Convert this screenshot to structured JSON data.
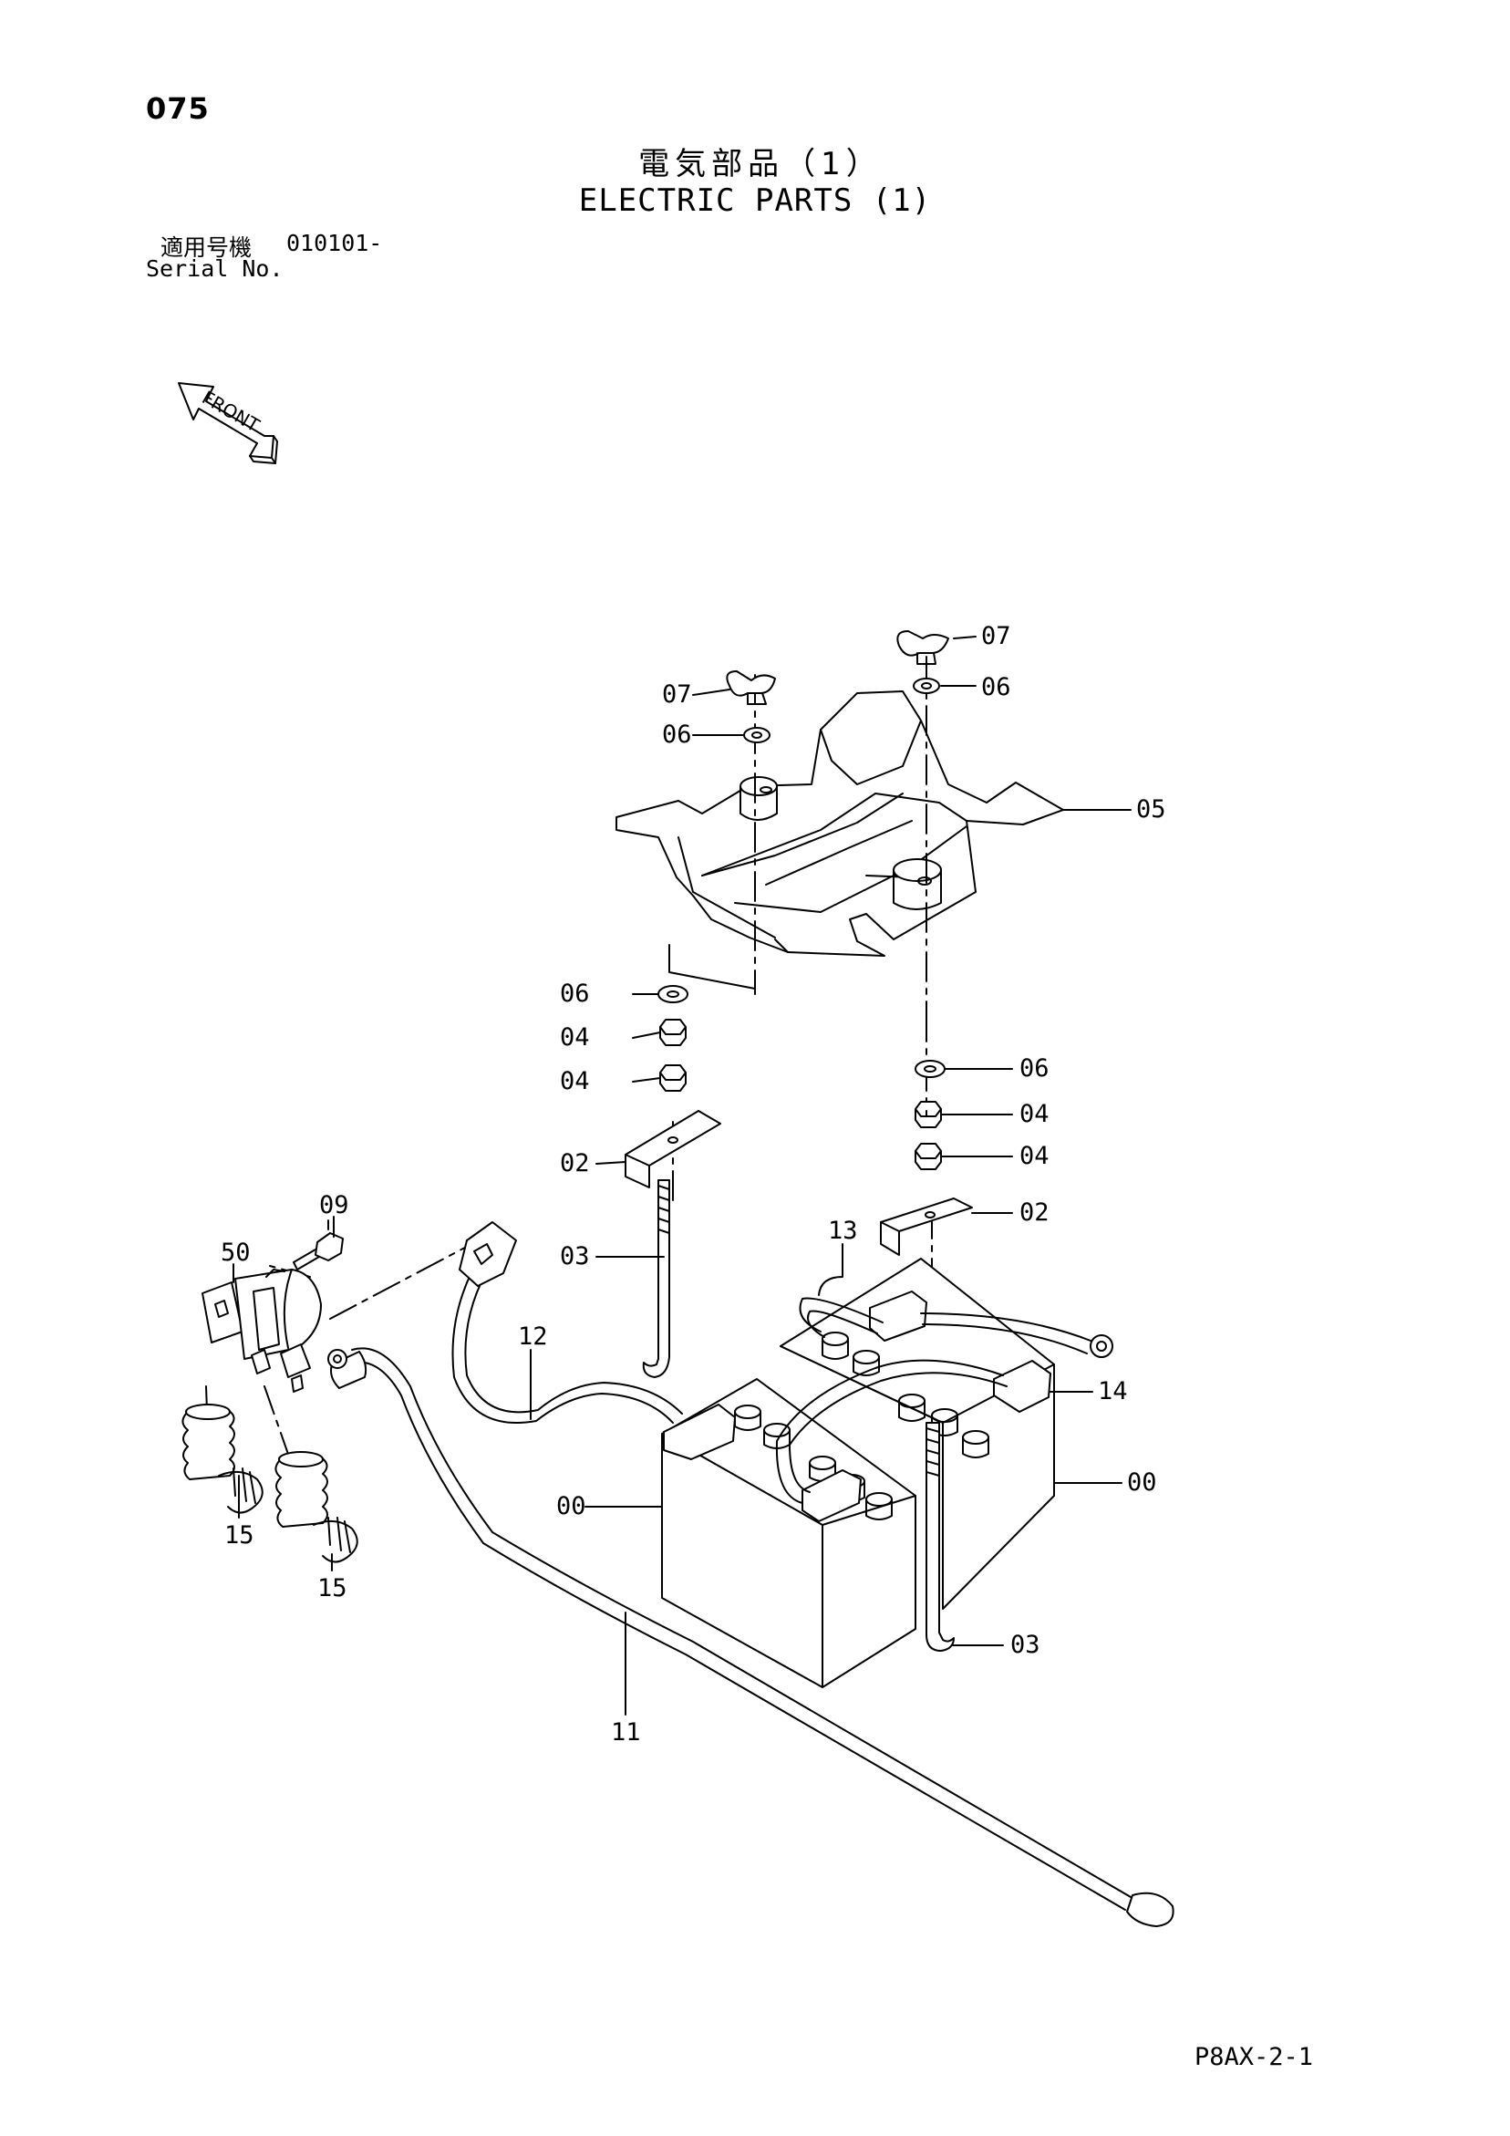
{
  "header": {
    "page_number": "075",
    "title_jp": "電気部品（1）",
    "title_en": "ELECTRIC PARTS (1)",
    "serial_label_jp": "適用号機",
    "serial_range": "010101-",
    "serial_label_en": "Serial No."
  },
  "front_arrow": {
    "label": "FRONT"
  },
  "callouts": {
    "c07_left": "07",
    "c06_top_left": "06",
    "c07_right": "07",
    "c06_top_right": "06",
    "c05": "05",
    "c06_left": "06",
    "c04_left_a": "04",
    "c04_left_b": "04",
    "c02_left": "02",
    "c03_left": "03",
    "c06_right": "06",
    "c04_right_a": "04",
    "c04_right_b": "04",
    "c02_right": "02",
    "c09": "09",
    "c50": "50",
    "c12": "12",
    "c13": "13",
    "c14": "14",
    "c00_left": "00",
    "c00_right": "00",
    "c03_right": "03",
    "c11": "11",
    "c15_left": "15",
    "c15_right": "15"
  },
  "footer": {
    "code": "P8AX-2-1"
  }
}
